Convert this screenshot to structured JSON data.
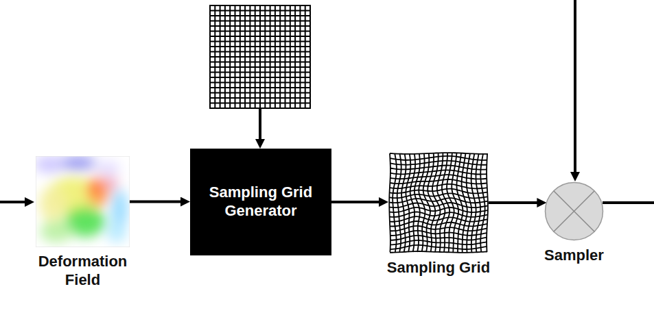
{
  "diagram": {
    "nodes": [
      {
        "text": [
          "Deformation Field"
        ]
      },
      {
        "text": [
          "Sampling Grid Generator"
        ]
      },
      {
        "text": [
          "Sampling Grid"
        ]
      },
      {
        "text": [
          "Sampler"
        ]
      }
    ],
    "edges": [
      {
        "from": 0,
        "to": 1,
        "arrow": "to"
      },
      {
        "from": 1,
        "to": 2,
        "arrow": "to"
      },
      {
        "from": 2,
        "to": 3,
        "arrow": "to"
      }
    ]
  }
}
